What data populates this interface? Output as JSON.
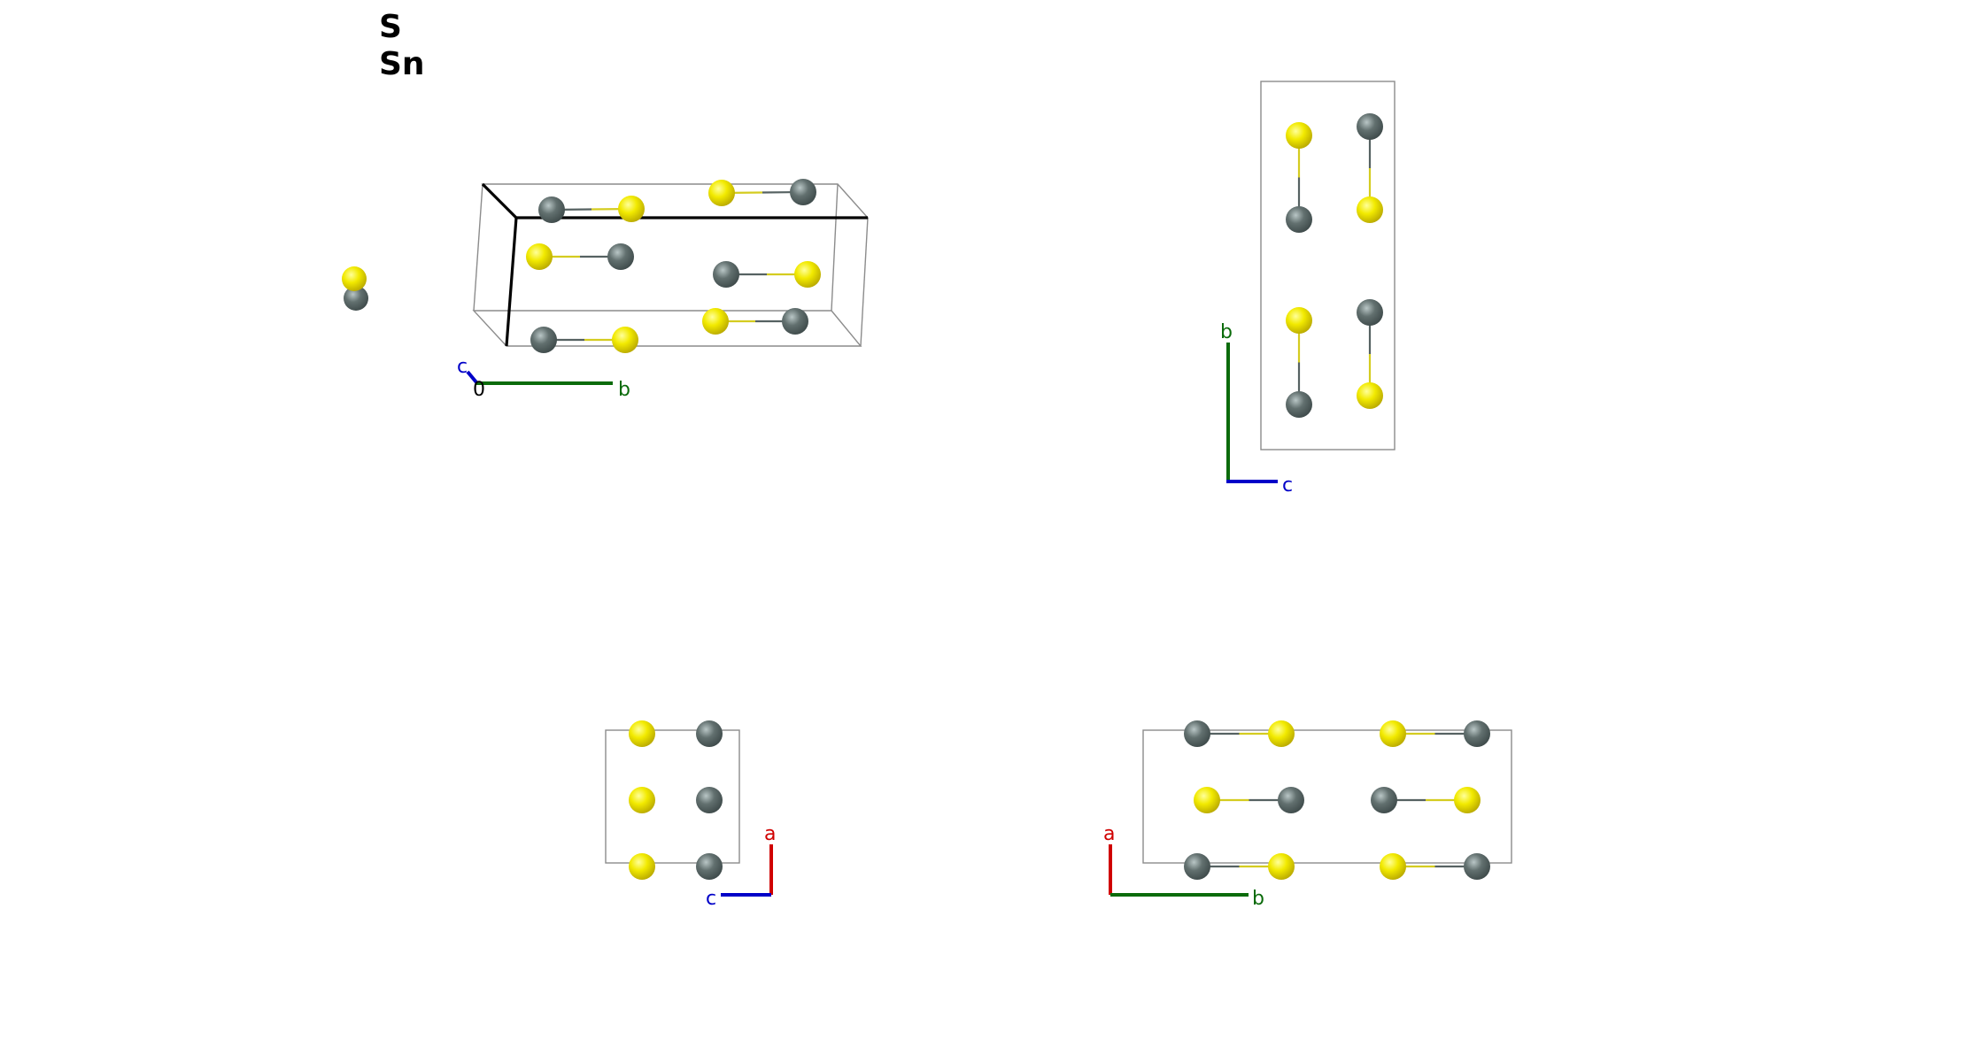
{
  "legend": [
    {
      "symbol": "S",
      "color": "#f0e800"
    },
    {
      "symbol": "Sn",
      "color": "#5f6e6e"
    }
  ],
  "elements": {
    "S": {
      "fill": "#f2ea00",
      "highlight": "#ffff9a",
      "shade": "#b8a800",
      "bond": "#d4cc20"
    },
    "Sn": {
      "fill": "#62706f",
      "highlight": "#b9c6c6",
      "shade": "#3e4a4a",
      "bond": "#566262"
    }
  },
  "axis_colors": {
    "a": "#d00000",
    "b": "#0b6b0b",
    "c": "#0000c8",
    "origin": "#000000"
  },
  "views": {
    "perspective": {
      "axes": {
        "origin_label": "0",
        "c_label": "c",
        "b_label": "b"
      }
    },
    "along_a": {
      "axes": {
        "b_label": "b",
        "c_label": "c"
      }
    },
    "along_b": {
      "axes": {
        "a_label": "a",
        "c_label": "c"
      }
    },
    "along_c": {
      "axes": {
        "a_label": "a",
        "b_label": "b"
      }
    }
  }
}
